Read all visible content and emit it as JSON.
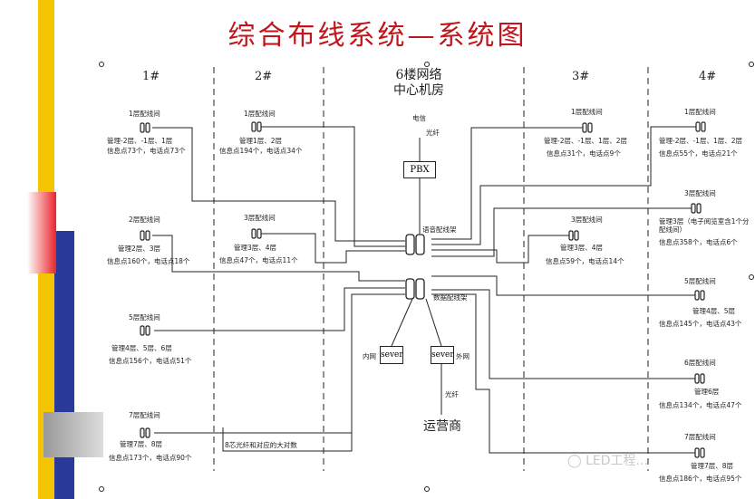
{
  "title": "综合布线系统—系统图",
  "columns": [
    "1#",
    "2#",
    "3#",
    "4#"
  ],
  "center": {
    "line1": "6楼网络",
    "line2": "中心机房"
  },
  "pbx": {
    "label": "PBX",
    "dianxin": "电信",
    "guangxian": "光纤"
  },
  "voice_frame": "语音配线架",
  "data_frame": "数据配线架",
  "servers": {
    "left": "sever",
    "right": "sever",
    "intranet": "内网",
    "extranet": "外网"
  },
  "carrier": {
    "fiber": "光纤",
    "label": "运营商"
  },
  "fiber_note": "8芯光纤和对应的大对数",
  "col1": [
    {
      "name": "1层配线间",
      "mgmt": "管理-2层、-1层、1层",
      "info": "信息点73个，电话点73个"
    },
    {
      "name": "2层配线间",
      "mgmt": "管理2层、3层",
      "info": "信息点160个，电话点18个"
    },
    {
      "name": "5层配线间",
      "mgmt": "管理4层、5层、6层",
      "info": "信息点156个，电话点51个"
    },
    {
      "name": "7层配线间",
      "mgmt": "管理7层、8层",
      "info": "信息点173个，电话点90个"
    }
  ],
  "col2": [
    {
      "name": "1层配线间",
      "mgmt": "管理1层、2层",
      "info": "信息点194个，电话点34个"
    },
    {
      "name": "3层配线间",
      "mgmt": "管理3层、4层",
      "info": "信息点47个，电话点11个"
    }
  ],
  "col3": [
    {
      "name": "1层配线间",
      "mgmt": "管理-2层、-1层、1层、2层",
      "info": "信息点31个，电话点9个"
    },
    {
      "name": "3层配线间",
      "mgmt": "管理3层、4层",
      "info": "信息点59个，电话点14个"
    }
  ],
  "col4": [
    {
      "name": "1层配线间",
      "mgmt": "管理-2层、-1层、1层、2层",
      "info": "信息点55个，电话点21个"
    },
    {
      "name": "3层配线间",
      "mgmt": "管理3层（电子阅览室含1个分配线间）",
      "info": "信息点358个，电话点6个"
    },
    {
      "name": "5层配线间",
      "mgmt": "管理4层、5层",
      "info": "信息点145个，电话点43个"
    },
    {
      "name": "6层配线间",
      "mgmt": "管理6层",
      "info": "信息点134个，电话点47个"
    },
    {
      "name": "7层配线间",
      "mgmt": "管理7层、8层",
      "info": "信息点186个，电话点95个"
    }
  ],
  "watermark": "LED工程..."
}
